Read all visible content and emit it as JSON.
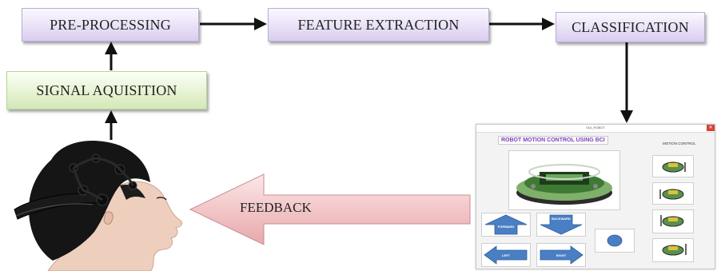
{
  "diagram": {
    "nodes": {
      "preprocessing": "PRE-PROCESSING",
      "feature_extraction": "FEATURE EXTRACTION",
      "classification": "CLASSIFICATION",
      "signal_acquisition": "SIGNAL AQUISITION"
    },
    "feedback_label": "FEEDBACK",
    "edges": [
      [
        "signal_acquisition",
        "preprocessing"
      ],
      [
        "preprocessing",
        "feature_extraction"
      ],
      [
        "feature_extraction",
        "classification"
      ],
      [
        "classification",
        "robot_gui"
      ],
      [
        "robot_gui",
        "user_head"
      ],
      [
        "user_head",
        "signal_acquisition"
      ]
    ]
  },
  "gui": {
    "window_title": "GUI_ROBOT",
    "close_glyph": "✕",
    "heading": "ROBOT MOTION CONTROL USING BCI",
    "motion_control_label": "MOTION CONTROL",
    "buttons": {
      "forward": "FORWARD",
      "backward": "BACKWARD",
      "left": "LEFT",
      "right": "RIGHT"
    }
  },
  "colors": {
    "box_purple_border": "#b9aed6",
    "box_green_border": "#b8d49a",
    "feedback_arrow": "#f2c6c8",
    "gui_arrow_blue": "#4a7fc4",
    "heading_purple": "#7b3fb8"
  }
}
